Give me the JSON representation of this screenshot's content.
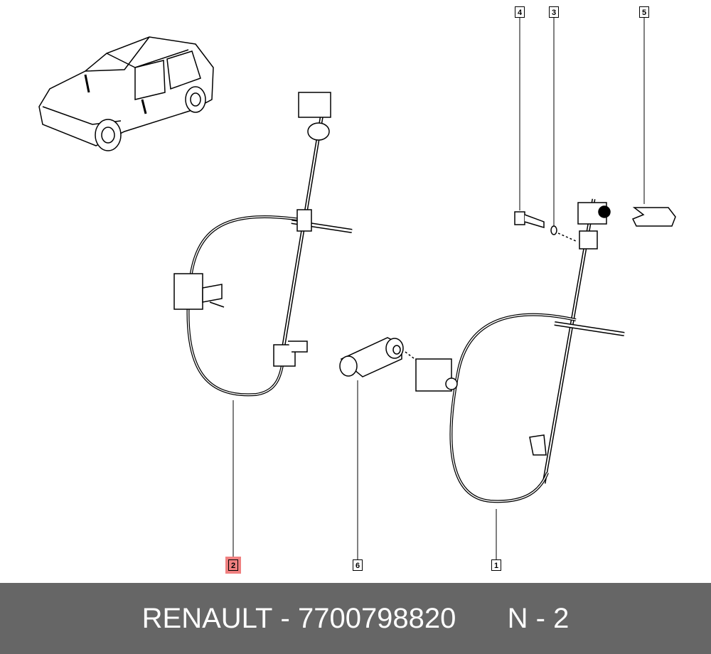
{
  "callouts": [
    {
      "number": "4"
    },
    {
      "number": "3"
    },
    {
      "number": "5"
    },
    {
      "number": "2",
      "highlighted": true
    },
    {
      "number": "6"
    },
    {
      "number": "1"
    }
  ],
  "footer": {
    "brand": "RENAULT",
    "separator": "-",
    "part_number": "7700798820",
    "position_code": "N - 2"
  },
  "colors": {
    "highlight": "#f08080",
    "footer_bg": "#666666"
  }
}
